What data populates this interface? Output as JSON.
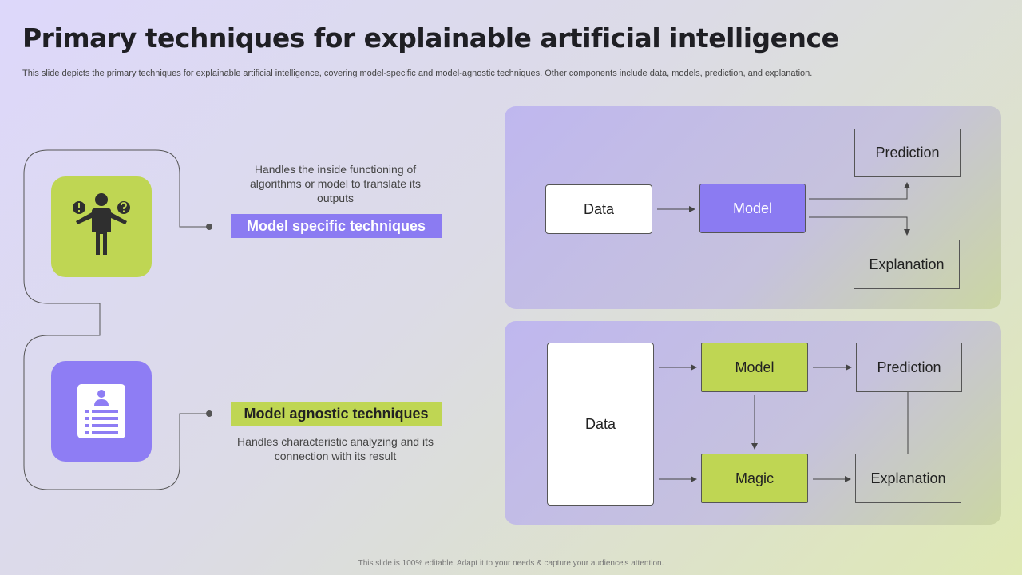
{
  "slide": {
    "title": "Primary techniques for explainable artificial intelligence",
    "subtitle": "This slide depicts the primary techniques for explainable artificial intelligence, covering model-specific and model-agnostic techniques. Other components include data, models, prediction, and explanation.",
    "footer": "This slide is 100% editable.  Adapt it to your needs & capture your audience's attention."
  },
  "techniques": [
    {
      "label": "Model specific techniques",
      "description": "Handles the inside functioning of algorithms or model to translate its outputs",
      "icon": "person-questions-icon",
      "color": "#8b7bf2",
      "tile_color": "#bfd653"
    },
    {
      "label": "Model agnostic techniques",
      "description": "Handles characteristic analyzing and its connection with its result",
      "icon": "profile-document-icon",
      "color": "#bfd653",
      "tile_color": "#8e7df4"
    }
  ],
  "diagram_specific": {
    "data": "Data",
    "model": "Model",
    "prediction": "Prediction",
    "explanation": "Explanation"
  },
  "diagram_agnostic": {
    "data": "Data",
    "model": "Model",
    "magic": "Magic",
    "prediction": "Prediction",
    "explanation": "Explanation"
  },
  "colors": {
    "accent_purple": "#8b7bf2",
    "accent_green": "#bfd653"
  }
}
